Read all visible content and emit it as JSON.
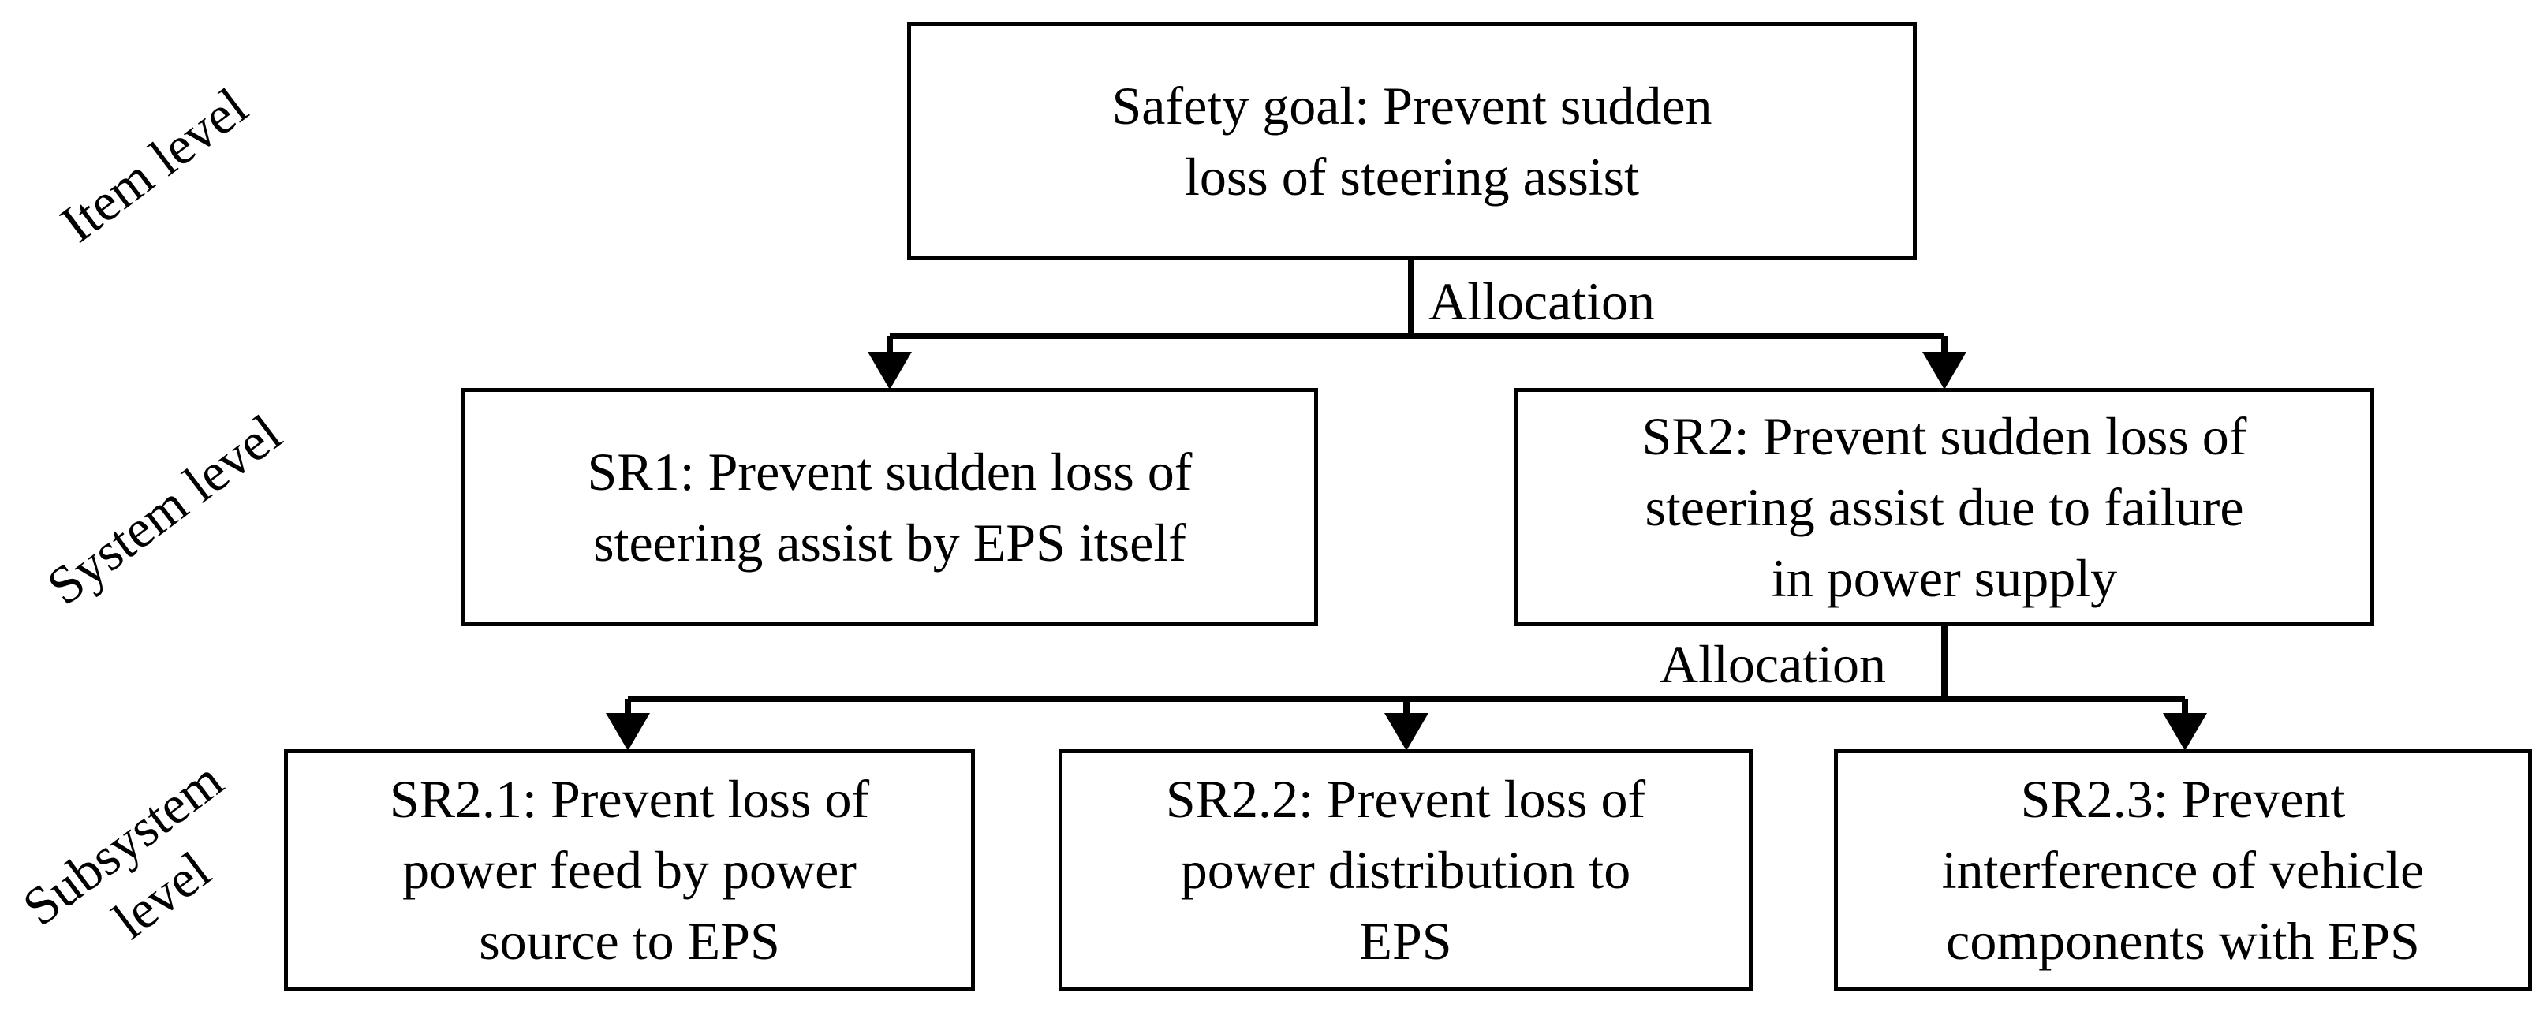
{
  "levels": {
    "item": "Item level",
    "system": "System level",
    "subsystem_line1": "Subsystem",
    "subsystem_line2": "level"
  },
  "safety_goal": {
    "lines": [
      "Safety goal: Prevent sudden",
      "loss of steering assist"
    ]
  },
  "system_requirements": [
    {
      "lines": [
        "SR1: Prevent sudden loss of",
        "steering assist by EPS itself"
      ]
    },
    {
      "lines": [
        "SR2: Prevent sudden loss of",
        "steering assist due to failure",
        "in power supply"
      ]
    }
  ],
  "subsystem_requirements": [
    {
      "lines": [
        "SR2.1: Prevent loss of",
        "power feed by power",
        "source to EPS"
      ]
    },
    {
      "lines": [
        "SR2.2: Prevent loss of",
        "power distribution to",
        "EPS"
      ]
    },
    {
      "lines": [
        "SR2.3: Prevent",
        "interference of vehicle",
        "components with EPS"
      ]
    }
  ],
  "allocation_labels": [
    "Allocation",
    "Allocation"
  ],
  "colors": {
    "line": "#000000",
    "background": "#ffffff"
  }
}
